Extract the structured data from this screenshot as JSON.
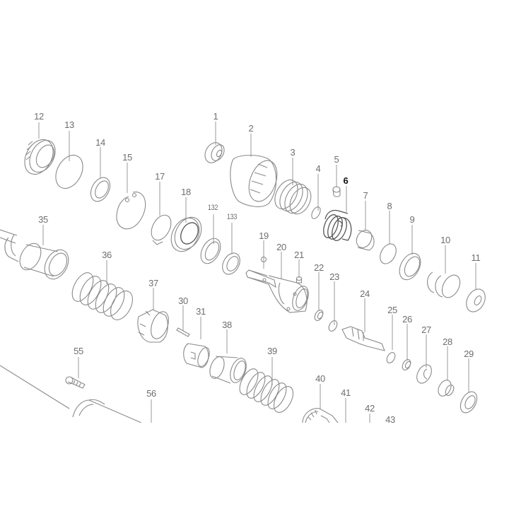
{
  "diagram": {
    "type": "exploded-parts-diagram",
    "highlighted_part": "6",
    "colors": {
      "line_art": "#8a8a8a",
      "label_text": "#6e6e6e",
      "highlight_label": "#111111",
      "background": "#ffffff"
    },
    "labels": [
      {
        "id": "12",
        "text": "12"
      },
      {
        "id": "13",
        "text": "13"
      },
      {
        "id": "14",
        "text": "14"
      },
      {
        "id": "15",
        "text": "15"
      },
      {
        "id": "17",
        "text": "17"
      },
      {
        "id": "18",
        "text": "18"
      },
      {
        "id": "132",
        "text": "132"
      },
      {
        "id": "133",
        "text": "133"
      },
      {
        "id": "1",
        "text": "1"
      },
      {
        "id": "2",
        "text": "2"
      },
      {
        "id": "3",
        "text": "3"
      },
      {
        "id": "4",
        "text": "4"
      },
      {
        "id": "5",
        "text": "5"
      },
      {
        "id": "6",
        "text": "6"
      },
      {
        "id": "7",
        "text": "7"
      },
      {
        "id": "8",
        "text": "8"
      },
      {
        "id": "9",
        "text": "9"
      },
      {
        "id": "10",
        "text": "10"
      },
      {
        "id": "11",
        "text": "11"
      },
      {
        "id": "19",
        "text": "19"
      },
      {
        "id": "20",
        "text": "20"
      },
      {
        "id": "21",
        "text": "21"
      },
      {
        "id": "22",
        "text": "22"
      },
      {
        "id": "23",
        "text": "23"
      },
      {
        "id": "24",
        "text": "24"
      },
      {
        "id": "25",
        "text": "25"
      },
      {
        "id": "26",
        "text": "26"
      },
      {
        "id": "27",
        "text": "27"
      },
      {
        "id": "28",
        "text": "28"
      },
      {
        "id": "29",
        "text": "29"
      },
      {
        "id": "35",
        "text": "35"
      },
      {
        "id": "36",
        "text": "36"
      },
      {
        "id": "37",
        "text": "37"
      },
      {
        "id": "30",
        "text": "30"
      },
      {
        "id": "31",
        "text": "31"
      },
      {
        "id": "38",
        "text": "38"
      },
      {
        "id": "39",
        "text": "39"
      },
      {
        "id": "40",
        "text": "40"
      },
      {
        "id": "41",
        "text": "41"
      },
      {
        "id": "42",
        "text": "42"
      },
      {
        "id": "43",
        "text": "43"
      },
      {
        "id": "55",
        "text": "55"
      },
      {
        "id": "56",
        "text": "56"
      }
    ]
  }
}
